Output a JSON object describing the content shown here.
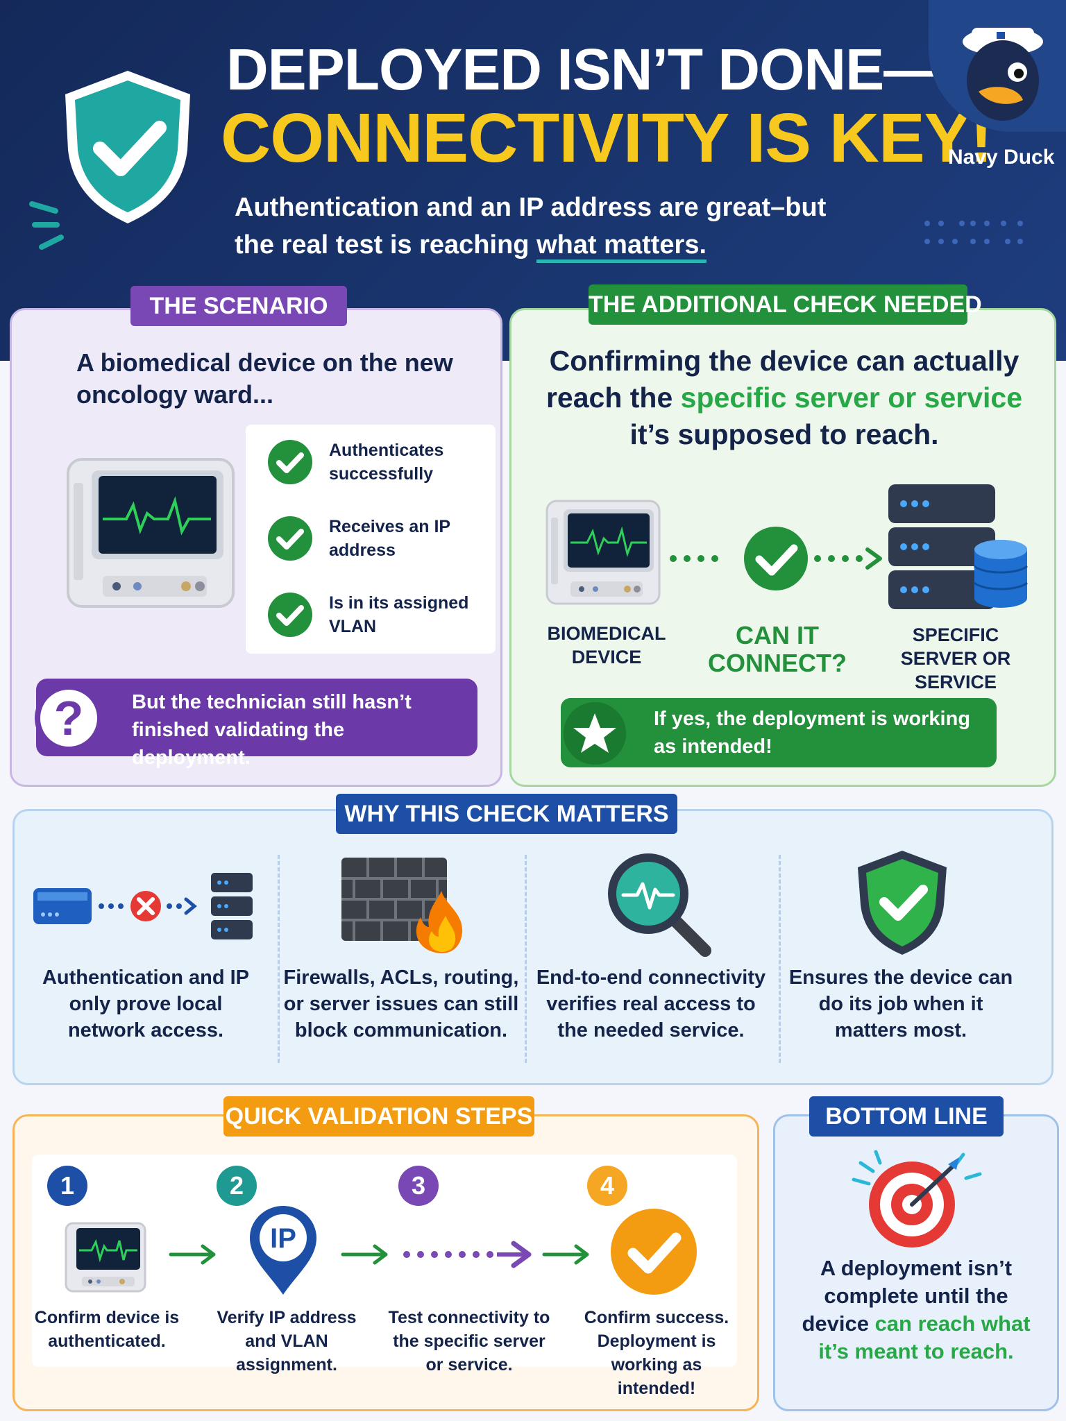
{
  "hero": {
    "title_line1": "DEPLOYED ISN’T DONE—",
    "title_line2": "CONNECTIVITY IS KEY!",
    "subtitle_part1": "Authentication and an IP address are great–but the real test is reaching ",
    "subtitle_highlight": "what matters.",
    "mascot_name": "Navy Duck"
  },
  "scenario": {
    "tag": "THE SCENARIO",
    "lead": "A biomedical device on the new oncology ward...",
    "checks": [
      {
        "label": "Authenticates successfully",
        "icon": "check-circle-icon"
      },
      {
        "label": "Receives an IP address",
        "icon": "check-circle-icon"
      },
      {
        "label": "Is in its assigned VLAN",
        "icon": "check-circle-icon"
      }
    ],
    "banner": "But the technician still hasn’t finished validating the deployment."
  },
  "additional_check": {
    "tag": "THE ADDITIONAL CHECK NEEDED",
    "lead_part1": "Confirming the device can actually reach the ",
    "lead_highlight": "specific server or service",
    "lead_part2": " it’s supposed to reach.",
    "flow": {
      "device_label": "BIOMEDICAL DEVICE",
      "question_label": "CAN IT CONNECT?",
      "server_label": "SPECIFIC SERVER OR SERVICE"
    },
    "banner": "If yes, the deployment is working as intended!"
  },
  "why": {
    "tag": "WHY THIS CHECK MATTERS",
    "items": [
      {
        "text": "Authentication and IP only prove local network access.",
        "icon": "blocked-connection-icon"
      },
      {
        "text": "Firewalls, ACLs, routing, or server issues can still block communication.",
        "icon": "firewall-icon"
      },
      {
        "text": "End-to-end connectivity verifies real access to the needed service.",
        "icon": "magnifier-pulse-icon"
      },
      {
        "text": "Ensures the device can do its job when it matters most.",
        "icon": "shield-check-icon"
      }
    ]
  },
  "steps": {
    "tag": "QUICK VALIDATION STEPS",
    "items": [
      {
        "num": "1",
        "label": "Confirm device is authenticated.",
        "color": "#1d4fa6"
      },
      {
        "num": "2",
        "label": "Verify IP address and VLAN assignment.",
        "color": "#1f9a92"
      },
      {
        "num": "3",
        "label": "Test connectivity to the specific server or service.",
        "color": "#7a48b4"
      },
      {
        "num": "4",
        "label": "Confirm success. Deployment is working as intended!",
        "color": "#f5a623"
      }
    ],
    "ip_pin_text": "IP"
  },
  "bottom_line": {
    "tag": "BOTTOM LINE",
    "part1": "A deployment isn’t complete until the device ",
    "highlight": "can reach what it’s meant to reach."
  },
  "colors": {
    "navy": "#14295a",
    "gold": "#f7c81e",
    "purple": "#7a48b4",
    "green": "#23913b",
    "blue": "#1d4fa6",
    "orange": "#f39c12"
  }
}
